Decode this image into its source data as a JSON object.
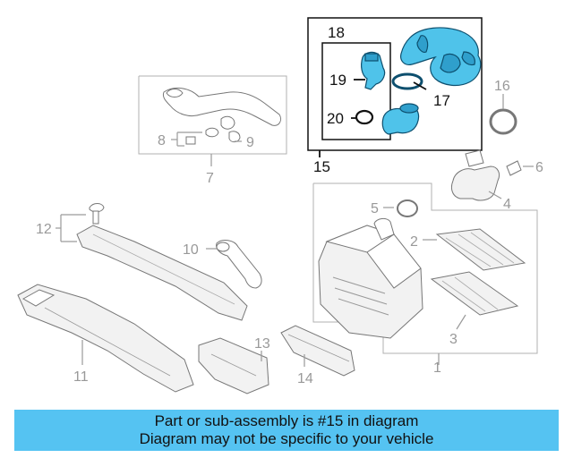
{
  "diagram": {
    "callouts": {
      "c1": "1",
      "c2": "2",
      "c3": "3",
      "c4": "4",
      "c5": "5",
      "c6": "6",
      "c7": "7",
      "c8": "8",
      "c9": "9",
      "c10": "10",
      "c11": "11",
      "c12": "12",
      "c13": "13",
      "c14": "14",
      "c15": "15",
      "c16": "16",
      "c17": "17",
      "c18": "18",
      "c19": "19",
      "c20": "20"
    },
    "highlighted_part": "15",
    "colors": {
      "highlight": "#4fc3ea",
      "banner": "#55c3f2",
      "line_art": "#777777"
    }
  },
  "banner": {
    "line1": "Part or sub-assembly is #15 in diagram",
    "line2": "Diagram may not be specific to your vehicle"
  }
}
